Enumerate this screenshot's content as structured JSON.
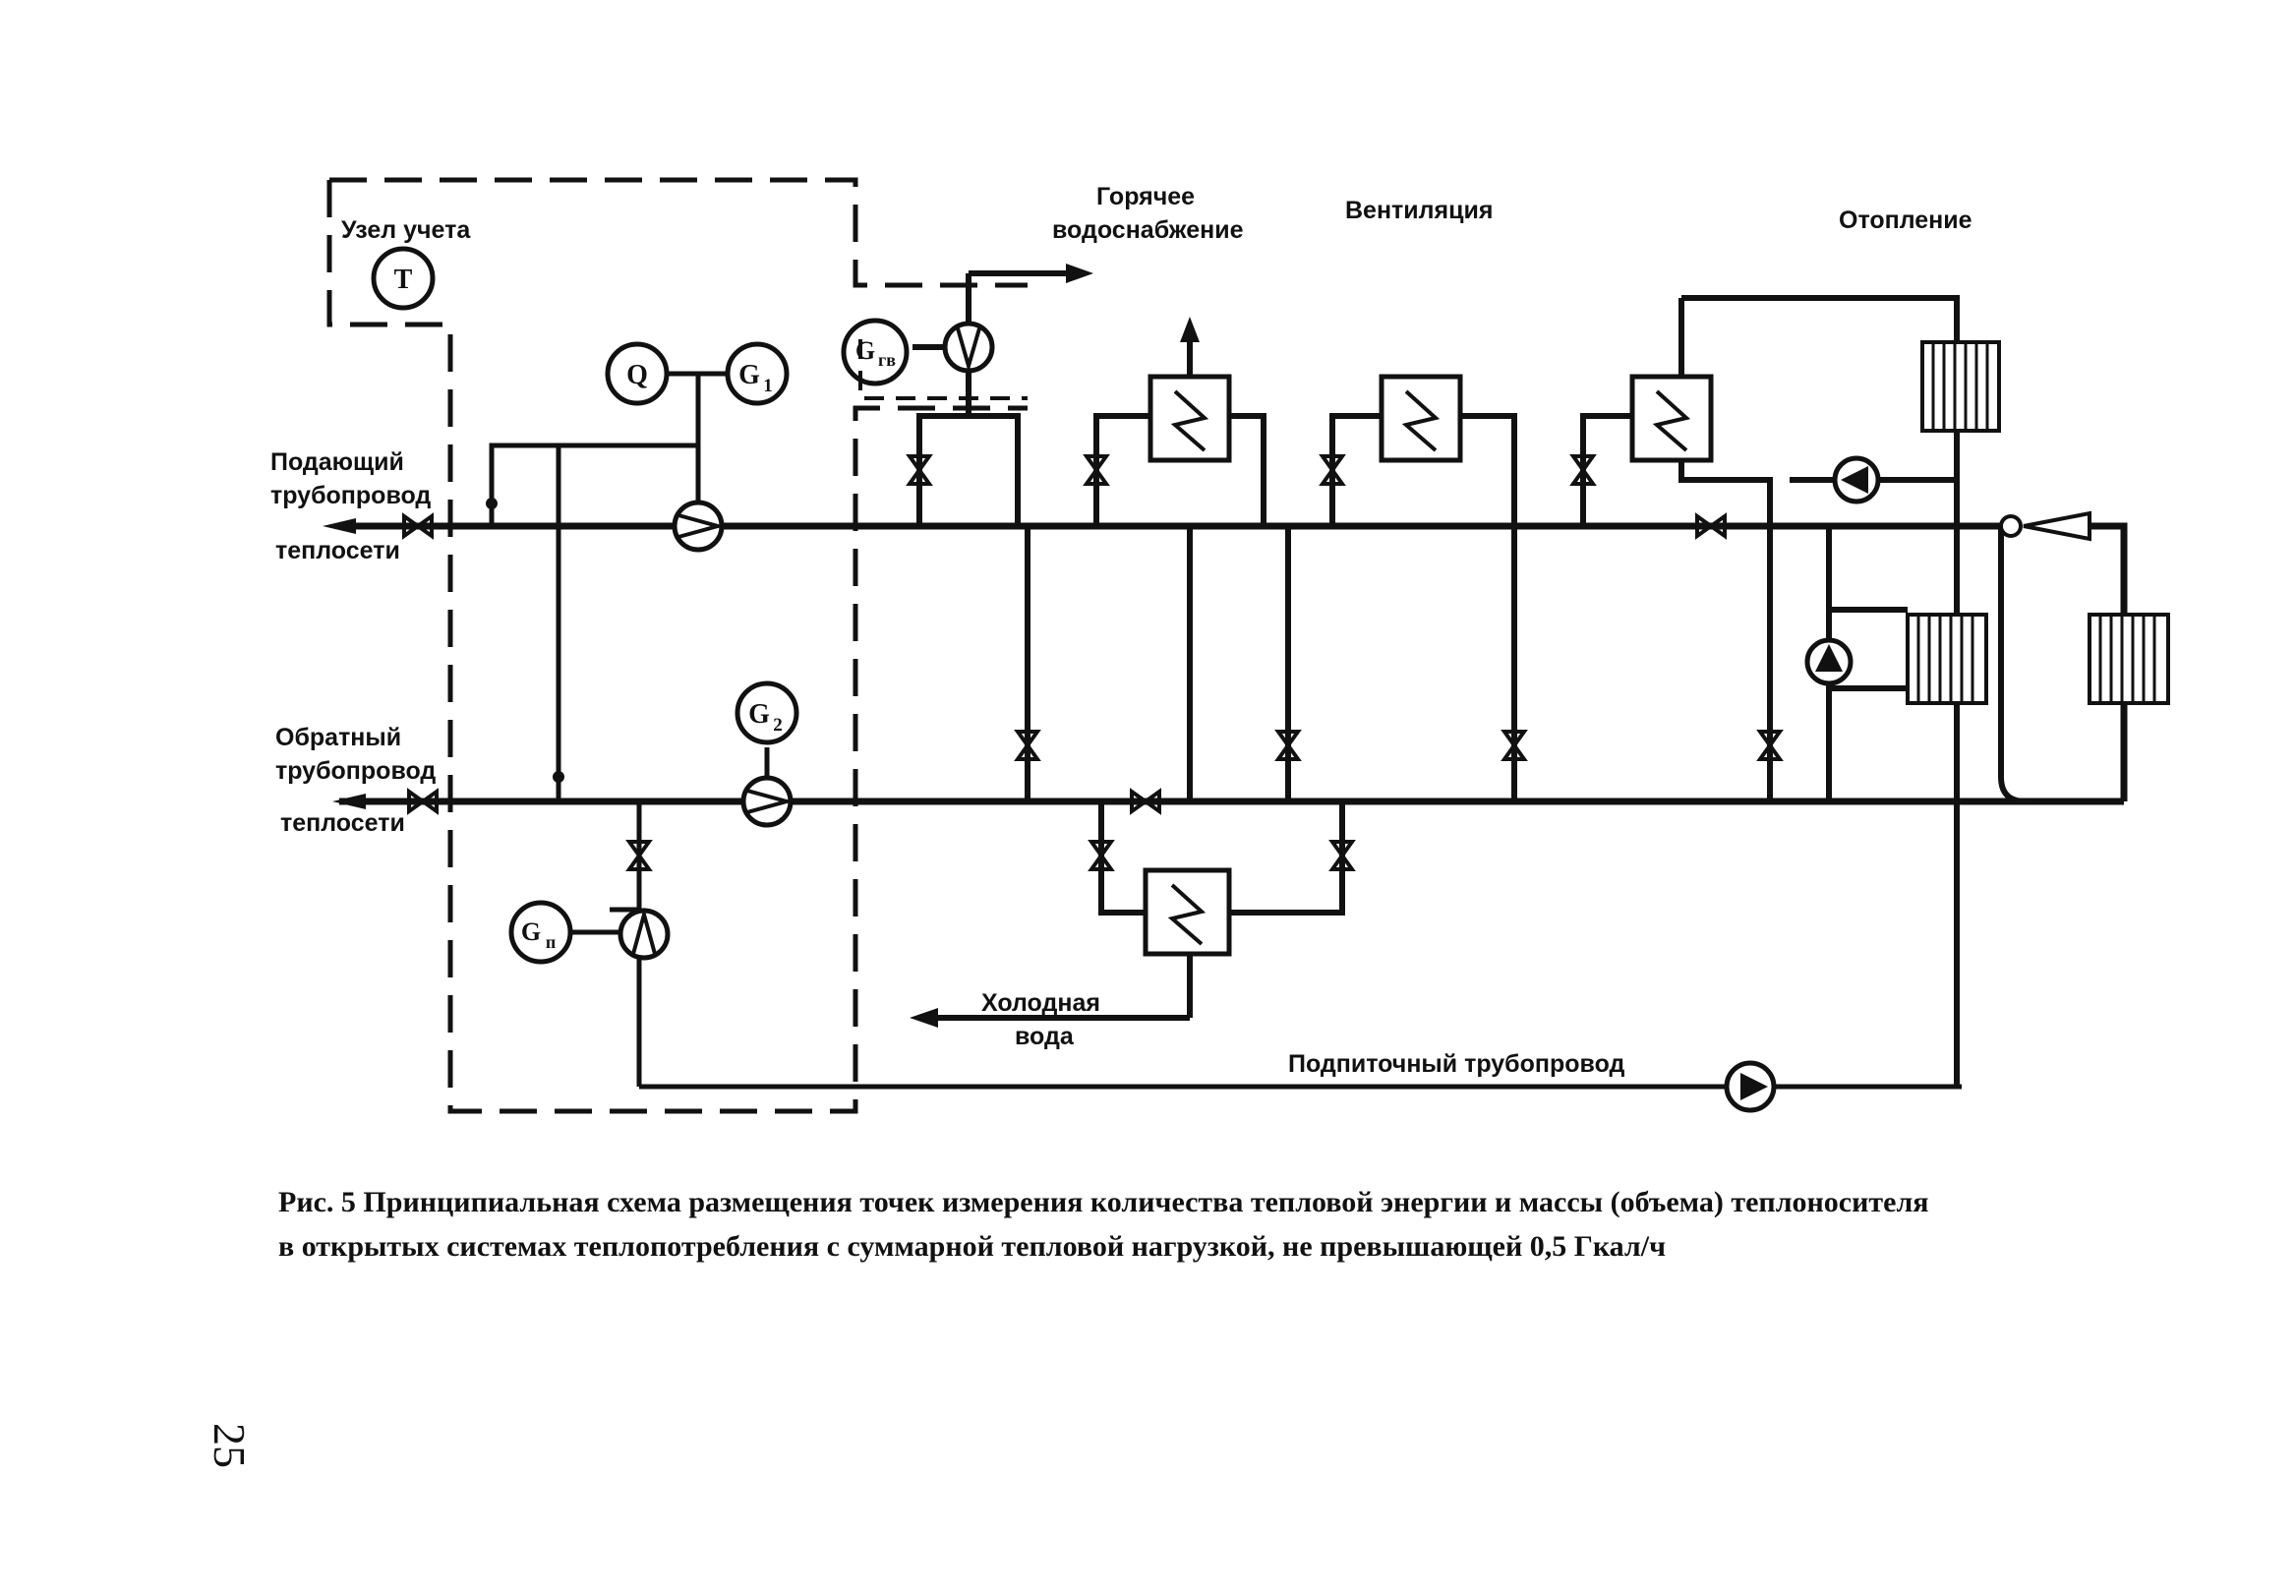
{
  "labels": {
    "meter_node": "Узел учета",
    "hot_water_1": "Горячее",
    "hot_water_2": "водоснабжение",
    "ventilation": "Вентиляция",
    "heating": "Отопление",
    "supply_1": "Подающий",
    "supply_2": "трубопровод",
    "supply_3": "теплосети",
    "return_1": "Обратный",
    "return_2": "трубопровод",
    "return_3": "теплосети",
    "cold_water_1": "Холодная",
    "cold_water_2": "вода",
    "makeup": "Подпиточный  трубопровод"
  },
  "instruments": {
    "t": "T",
    "q": "Q",
    "g1": "G",
    "g1_sub": "1",
    "g2": "G",
    "g2_sub": "2",
    "ggv": "G",
    "ggv_sub": "гв",
    "gp": "G",
    "gp_sub": "п"
  },
  "caption": {
    "line1": "Рис. 5 Принципиальная схема размещения точек измерения количества тепловой энергии и массы (объема) теплоносителя",
    "line2": "в открытых системах теплопотребления с суммарной тепловой нагрузкой, не превышающей 0,5 Гкал/ч"
  },
  "page_number": "25"
}
